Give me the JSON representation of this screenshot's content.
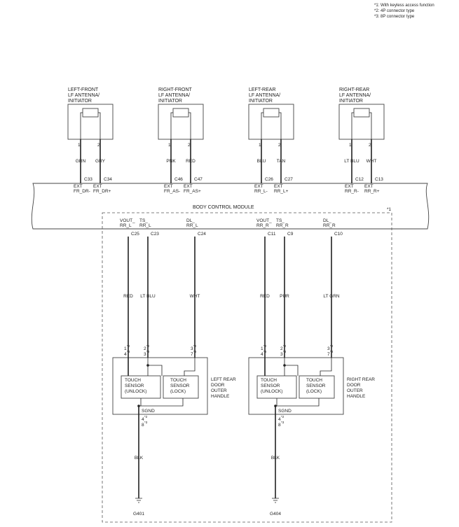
{
  "notes": [
    "*1: With keyless access function",
    "*2: 4P connector type",
    "*3: 8P connector type"
  ],
  "module_label": "BODY CONTROL MODULE",
  "module_note": "*1",
  "antennas": [
    {
      "name": [
        "LEFT-FRONT",
        "LF ANTENNA/",
        "INITIATOR"
      ],
      "pins": [
        "1",
        "2"
      ],
      "wires": [
        "GRN",
        "GRY"
      ],
      "connectors": [
        "C33",
        "C34"
      ],
      "terminals": [
        [
          "EXT",
          "FR_DR-"
        ],
        [
          "EXT",
          "FR_DR+"
        ]
      ]
    },
    {
      "name": [
        "RIGHT-FRONT",
        "LF ANTENNA/",
        "INITIATOR"
      ],
      "pins": [
        "1",
        "2"
      ],
      "wires": [
        "PNK",
        "RED"
      ],
      "connectors": [
        "C46",
        "C47"
      ],
      "terminals": [
        [
          "EXT",
          "FR_AS-"
        ],
        [
          "EXT",
          "FR_AS+"
        ]
      ]
    },
    {
      "name": [
        "LEFT-REAR",
        "LF ANTENNA/",
        "INITIATOR"
      ],
      "pins": [
        "1",
        "2"
      ],
      "wires": [
        "BLU",
        "TAN"
      ],
      "connectors": [
        "C26",
        "C27"
      ],
      "terminals": [
        [
          "EXT",
          "RR_L-"
        ],
        [
          "EXT",
          "RR_L+"
        ]
      ]
    },
    {
      "name": [
        "RIGHT-REAR",
        "LF ANTENNA/",
        "INITIATOR"
      ],
      "pins": [
        "1",
        "2"
      ],
      "wires": [
        "LT BLU",
        "WHT"
      ],
      "connectors": [
        "C12",
        "C13"
      ],
      "terminals": [
        [
          "EXT",
          "RR_R-"
        ],
        [
          "EXT",
          "RR_R+"
        ]
      ]
    }
  ],
  "handles": [
    {
      "signals": [
        [
          "VOUT_",
          "RR_L"
        ],
        [
          "TS_",
          "RR_L"
        ],
        [
          "DL_",
          "RR_L"
        ]
      ],
      "connectors": [
        "C25",
        "C23",
        "C24"
      ],
      "wires": [
        "RED",
        "LT BLU",
        "WHT"
      ],
      "pins": [
        [
          "1",
          "*2",
          "4",
          "*3"
        ],
        [
          "2",
          "*2",
          "3",
          "*3"
        ],
        [
          "3",
          "*2",
          "7",
          "*3"
        ]
      ],
      "sensor_unlock": [
        "TOUCH",
        "SENSOR",
        "(UNLOCK)"
      ],
      "sensor_lock": [
        "TOUCH",
        "SENSOR",
        "(LOCK)"
      ],
      "handle_name": [
        "LEFT REAR",
        "DOOR",
        "OUTER",
        "HANDLE"
      ],
      "sgnd": "SGND",
      "ground_pins": [
        "4",
        "*2",
        "8",
        "*3"
      ],
      "ground_wire": "BLK",
      "ground": "G401"
    },
    {
      "signals": [
        [
          "VOUT_",
          "RR_R"
        ],
        [
          "TS_",
          "RR_R"
        ],
        [
          "DL_",
          "RR_R"
        ]
      ],
      "connectors": [
        "C11",
        "C9",
        "C10"
      ],
      "wires": [
        "RED",
        "PUR",
        "LT GRN"
      ],
      "pins": [
        [
          "1",
          "*2",
          "4",
          "*3"
        ],
        [
          "2",
          "*2",
          "3",
          "*3"
        ],
        [
          "3",
          "*2",
          "7",
          "*3"
        ]
      ],
      "sensor_unlock": [
        "TOUCH",
        "SENSOR",
        "(UNLOCK)"
      ],
      "sensor_lock": [
        "TOUCH",
        "SENSOR",
        "(LOCK)"
      ],
      "handle_name": [
        "RIGHT REAR",
        "DOOR",
        "OUTER",
        "HANDLE"
      ],
      "sgnd": "SGND",
      "ground_pins": [
        "4",
        "*2",
        "8",
        "*3"
      ],
      "ground_wire": "BLK",
      "ground": "G404"
    }
  ]
}
